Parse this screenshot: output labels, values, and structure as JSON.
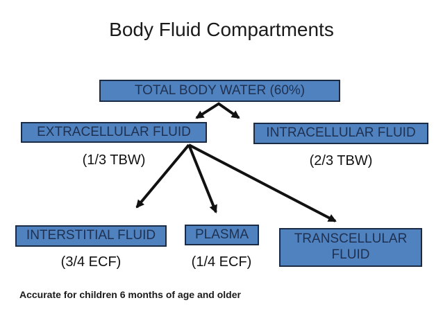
{
  "title": "Body Fluid Compartments",
  "note": "Accurate for children 6 months of age and older",
  "colors": {
    "background": "#FFFFFF",
    "box_fill": "#4F82BE",
    "box_border": "#1C2B44",
    "box_text": "#1F3050",
    "text": "#111111",
    "arrow": "#111111"
  },
  "diagram": {
    "nodes": {
      "total_body_water": {
        "label": "TOTAL BODY WATER (60%)"
      },
      "extracellular": {
        "label": "EXTRACELLULAR FLUID",
        "sublabel": "(1/3 TBW)"
      },
      "intracellular": {
        "label": "INTRACELLULAR FLUID",
        "sublabel": "(2/3 TBW)"
      },
      "interstitial": {
        "label": "INTERSTITIAL FLUID",
        "sublabel": "(3/4 ECF)"
      },
      "plasma": {
        "label": "PLASMA",
        "sublabel": "(1/4 ECF)"
      },
      "transcellular": {
        "label": "TRANSCELLULAR FLUID"
      }
    },
    "edges": [
      {
        "from": "total_body_water",
        "to": "extracellular"
      },
      {
        "from": "total_body_water",
        "to": "intracellular"
      },
      {
        "from": "extracellular",
        "to": "interstitial"
      },
      {
        "from": "extracellular",
        "to": "plasma"
      },
      {
        "from": "extracellular",
        "to": "transcellular"
      }
    ]
  }
}
